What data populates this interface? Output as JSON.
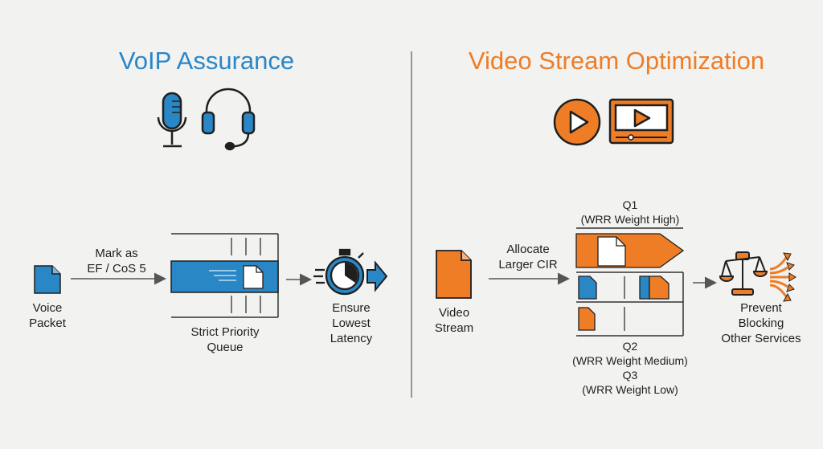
{
  "colors": {
    "voip_blue": "#2a87c6",
    "video_orange": "#ee7d26",
    "ink": "#1f1f1f",
    "line": "#5a5a5a",
    "background": "#f2f2f1"
  },
  "voip": {
    "title": "VoIP Assurance",
    "icons": [
      "microphone-icon",
      "headset-icon",
      "document-icon",
      "stopwatch-icon",
      "arrow-right-icon"
    ],
    "voice_packet": "Voice\nPacket",
    "mark_label": "Mark as\nEF / CoS 5",
    "queue_label": "Strict Priority\nQueue",
    "result_label": "Ensure\nLowest\nLatency"
  },
  "video": {
    "title": "Video Stream Optimization",
    "icons": [
      "play-button-icon",
      "video-player-icon",
      "document-icon",
      "scales-icon",
      "fan-out-arrows-icon"
    ],
    "stream_label": "Video\nStream",
    "allocate_label": "Allocate\nLarger CIR",
    "q1_label": "Q1\n(WRR Weight High)",
    "q2_label": "Q2\n(WRR Weight Medium)",
    "q3_label": "Q3\n(WRR Weight Low)",
    "result_label": "Prevent\nBlocking\nOther Services"
  }
}
